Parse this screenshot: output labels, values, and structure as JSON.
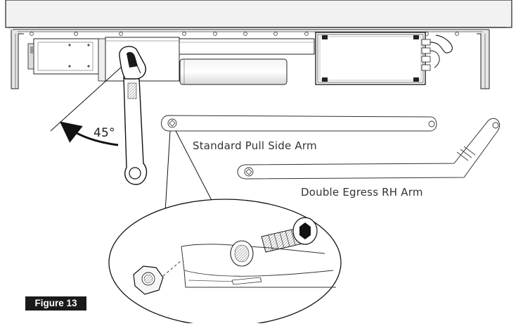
{
  "labels": {
    "angle": "45°",
    "standard_arm": "Standard Pull Side Arm",
    "double_arm": "Double Egress RH Arm"
  },
  "figure": {
    "caption": "Figure 13"
  }
}
